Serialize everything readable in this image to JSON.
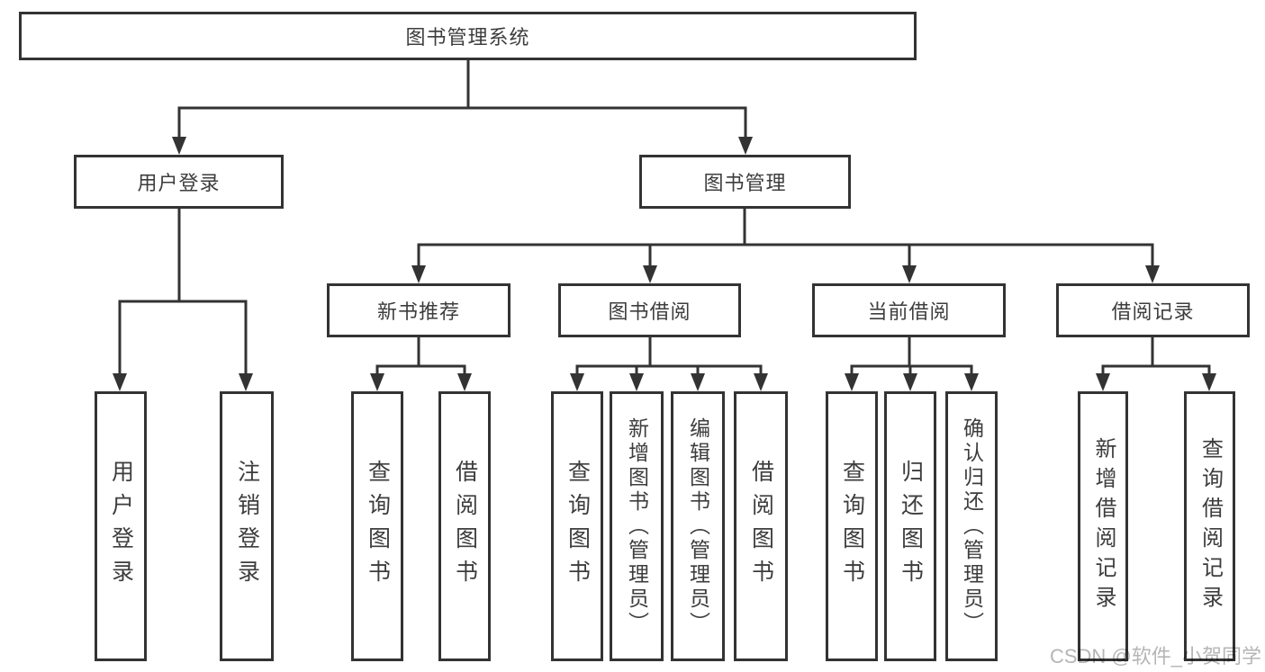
{
  "diagram": {
    "title": "图书管理系统",
    "root": "图书管理系统",
    "level2": {
      "user_login": "用户登录",
      "book_mgmt": "图书管理"
    },
    "level3": {
      "new_books": "新书推荐",
      "book_borrow": "图书借阅",
      "current_borrow": "当前借阅",
      "borrow_records": "借阅记录"
    },
    "leaves": {
      "user_login_1": "用户登录",
      "user_login_2": "注销登录",
      "new_books_1": "查询图书",
      "new_books_2": "借阅图书",
      "book_borrow_1": "查询图书",
      "book_borrow_2": "新增图书（管理员）",
      "book_borrow_3": "编辑图书（管理员）",
      "book_borrow_4": "借阅图书",
      "current_borrow_1": "查询图书",
      "current_borrow_2": "归还图书",
      "current_borrow_3": "确认归还（管理员）",
      "borrow_records_1": "新增借阅记录",
      "borrow_records_2": "查询借阅记录"
    }
  },
  "watermark": "CSDN @软件_小贺同学",
  "colors": {
    "line": "#333333",
    "text": "#3d3d3d",
    "watermark": "#b5b5b5",
    "background": "#ffffff"
  }
}
